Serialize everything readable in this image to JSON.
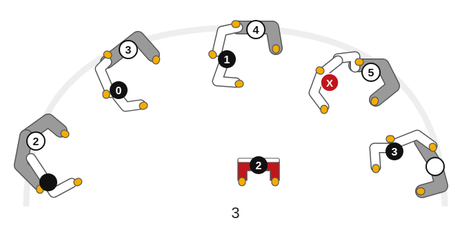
{
  "caption": "3",
  "colors": {
    "arc": "#eeeeee",
    "arm_light": "#ffffff",
    "arm_dark": "#9a9a9a",
    "arm_outline": "#555555",
    "gripper": "#f2ad00",
    "badge_black": "#111111",
    "badge_white": "#ffffff",
    "badge_red": "#c0161b",
    "base_unit": "#c0161b"
  },
  "robots": [
    {
      "id": "robot-a",
      "white_badge": "2",
      "black_badge": ""
    },
    {
      "id": "robot-b",
      "white_badge": "3",
      "black_badge": "0"
    },
    {
      "id": "robot-c",
      "white_badge": "4",
      "black_badge": "1"
    },
    {
      "id": "robot-d",
      "white_badge": "5",
      "black_badge": "X"
    },
    {
      "id": "robot-e",
      "white_badge": "",
      "black_badge": "3"
    }
  ],
  "base_unit": {
    "label": "2"
  }
}
